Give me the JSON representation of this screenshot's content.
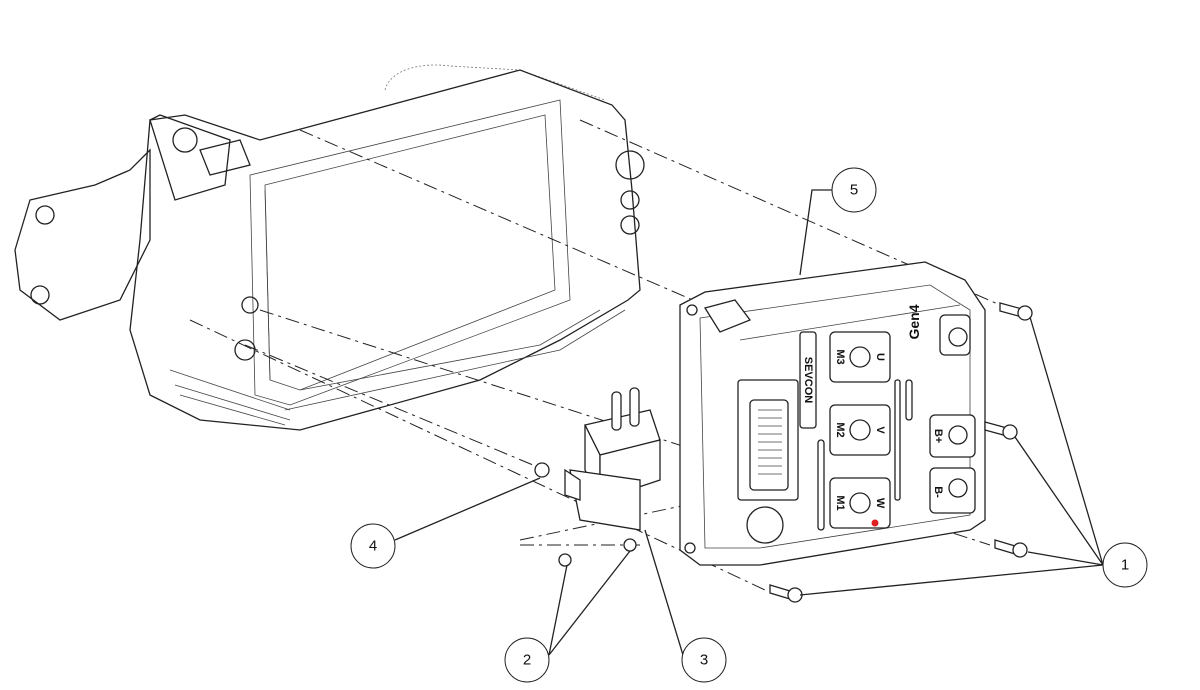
{
  "callouts": [
    {
      "id": "1",
      "label": "1"
    },
    {
      "id": "2",
      "label": "2"
    },
    {
      "id": "3",
      "label": "3"
    },
    {
      "id": "4",
      "label": "4"
    },
    {
      "id": "5",
      "label": "5"
    }
  ],
  "controller": {
    "brand": "SEVCON",
    "model": "Gen4",
    "terminals": {
      "m1": "M1",
      "w": "W",
      "m2": "M2",
      "v": "V",
      "m3": "M3",
      "u": "U",
      "b_plus": "B+",
      "b_minus": "B-"
    }
  },
  "colors": {
    "line": "#222222",
    "marker": "#e02020"
  }
}
